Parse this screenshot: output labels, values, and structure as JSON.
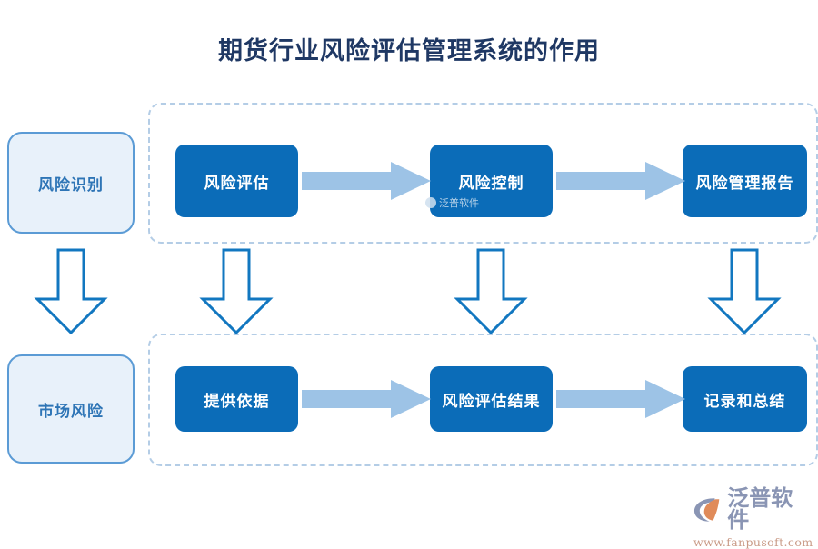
{
  "title": "期货行业风险评估管理系统的作用",
  "colors": {
    "title_text": "#1f3864",
    "step_box_fill": "#0b6cb8",
    "step_box_text": "#ffffff",
    "category_box_fill": "#e8f1fa",
    "category_box_border": "#5b9bd5",
    "category_box_text": "#2e75b6",
    "h_arrow_fill": "#9dc3e6",
    "v_arrow_stroke": "#1277c0",
    "dashed_border": "#b4cde6",
    "brand_name_color": "#8a95b4",
    "brand_url_color": "#c99a86"
  },
  "categories": [
    {
      "label": "风险识别",
      "name": "risk-identification"
    },
    {
      "label": "市场风险",
      "name": "market-risk"
    }
  ],
  "flows": [
    {
      "name": "top-flow",
      "steps": [
        {
          "label": "风险评估",
          "name": "risk-assessment"
        },
        {
          "label": "风险控制",
          "name": "risk-control"
        },
        {
          "label": "风险管理报告",
          "name": "risk-management-report"
        }
      ]
    },
    {
      "name": "bottom-flow",
      "steps": [
        {
          "label": "提供依据",
          "name": "provide-basis"
        },
        {
          "label": "风险评估结果",
          "name": "risk-assessment-result"
        },
        {
          "label": "记录和总结",
          "name": "record-and-summary"
        }
      ]
    }
  ],
  "watermark": {
    "center_text": "泛普软件"
  },
  "brand": {
    "name": "泛普软件",
    "url": "www.fanpusoft.com",
    "logo_icon": "fanpu-swoosh-logo-icon"
  }
}
